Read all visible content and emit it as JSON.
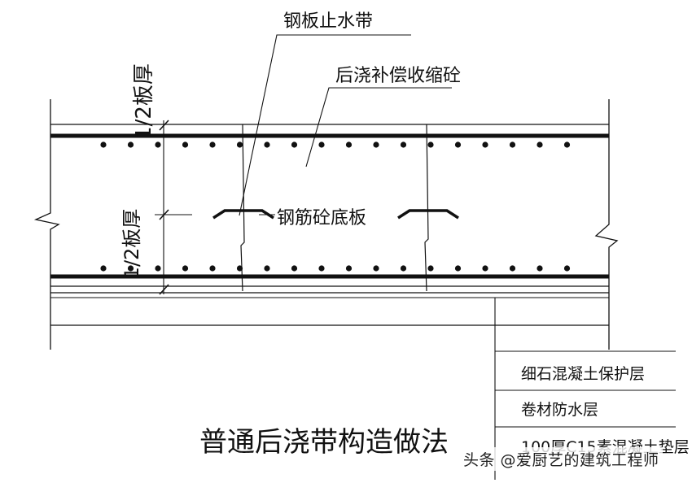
{
  "labels": {
    "half_thickness_top": "1/2板厚",
    "half_thickness_bottom": "1/2板厚",
    "steel_waterstop": "钢板止水带",
    "post_pour_concrete": "后浇补偿收缩砼",
    "rc_floor_slab": "钢筋砼底板"
  },
  "legend": {
    "rows": [
      "细石混凝土保护层",
      "卷材防水层",
      "100厚C15素混凝土垫层"
    ]
  },
  "title": "普通后浇带构造做法",
  "watermark": "头条 @爱厨艺的建筑工程师"
}
